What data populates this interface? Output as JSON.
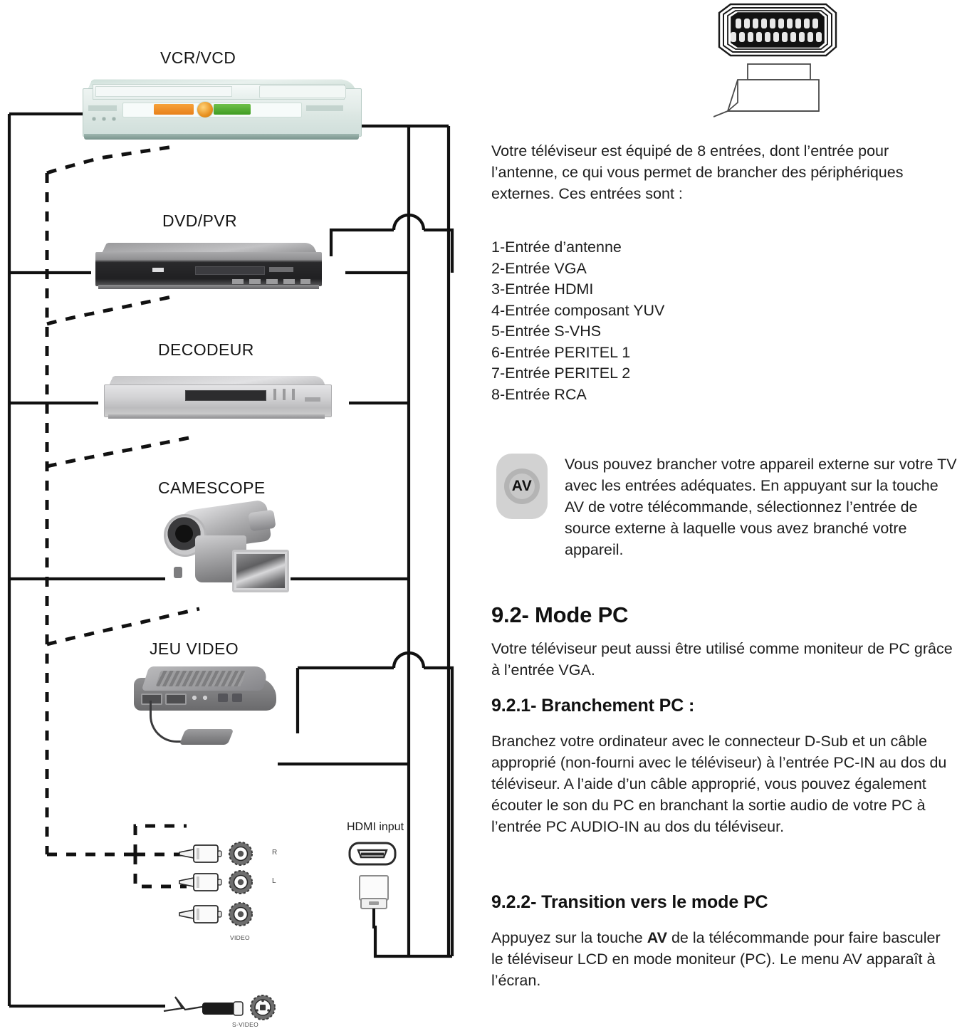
{
  "diagram": {
    "device_labels": [
      {
        "name": "vcr-vcd",
        "text": "VCR/VCD"
      },
      {
        "name": "dvd-pvr",
        "text": "DVD/PVR"
      },
      {
        "name": "decodeur",
        "text": "DECODEUR"
      },
      {
        "name": "camescope",
        "text": "CAMESCOPE"
      },
      {
        "name": "jeu-video",
        "text": "JEU VIDEO"
      }
    ],
    "hdmi_label": "HDMI input",
    "jack_labels": {
      "right": "R",
      "left": "L",
      "video": "VIDEO",
      "svideo": "S-VIDEO"
    },
    "scart_pin_count": 21
  },
  "content": {
    "intro": "Votre téléviseur est équipé de 8 entrées, dont l’entrée pour l’antenne, ce qui vous permet de brancher des périphériques externes. Ces entrées sont :",
    "inputs_list": [
      "1-Entrée d’antenne",
      "2-Entrée VGA",
      "3-Entrée HDMI",
      "4-Entrée composant YUV",
      "5-Entrée S-VHS",
      "6-Entrée PERITEL 1",
      "7-Entrée PERITEL 2",
      "8-Entrée RCA"
    ],
    "av_note": {
      "icon_text": "AV",
      "text": "Vous pouvez brancher votre appareil externe sur votre TV avec les entrées adéquates. En appuyant sur la touche AV de votre télécommande, sélectionnez l’entrée de source externe à laquelle vous avez branché votre appareil."
    },
    "section_9_2": {
      "heading": "9.2- Mode PC",
      "body": "Votre téléviseur peut aussi être utilisé comme moniteur de PC grâce à l’entrée VGA."
    },
    "section_9_2_1": {
      "heading": "9.2.1- Branchement PC :",
      "body": "Branchez votre ordinateur avec le connecteur D-Sub et un câble approprié (non-fourni avec le téléviseur) à l’entrée PC-IN au dos du téléviseur. A l’aide d’un câble approprié, vous pouvez également écouter le son du PC en branchant la sortie audio de votre PC à l’entrée  PC AUDIO-IN au dos du téléviseur."
    },
    "section_9_2_2": {
      "heading": "9.2.2- Transition vers le mode PC",
      "body_before_bold": "Appuyez sur la touche ",
      "body_bold": "AV",
      "body_after_bold": " de la télécommande pour faire basculer le téléviseur LCD en mode moniteur (PC). Le menu AV apparaît à l’écran."
    }
  },
  "colors": {
    "wire": "#111111",
    "text": "#1d1d1d",
    "av_badge_bg": "#d2d2d2",
    "av_ring": "#b4b4b4"
  }
}
